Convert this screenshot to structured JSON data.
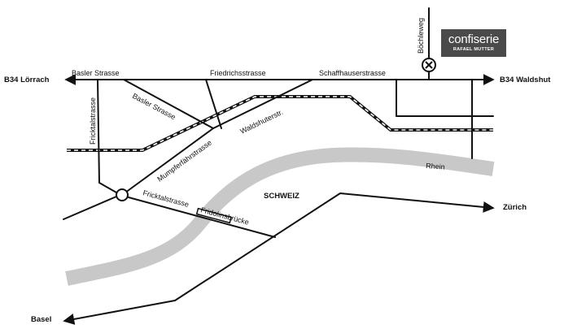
{
  "labels": {
    "b34_loerrach": "B34 Lörrach",
    "b34_waldshut": "B34 Waldshut",
    "basler_strasse_top": "Basler Strasse",
    "friedrichsstrasse": "Friedrichsstrasse",
    "schaffhauserstrasse": "Schaffhauserstrasse",
    "boecheleweg": "Böchleweg",
    "fricktalstrasse_vertical": "Fricktalstrasse",
    "basler_strasse_diag": "Basler Strasse",
    "waldshuterstr": "Waldshuterstr.",
    "mumpferfaehrstrasse": "Mumpferfährstrasse",
    "fricktalstrasse_lower": "Fricktalstrasse",
    "fridolinsbruecke": "Fridolinsbrücke",
    "schweiz": "SCHWEIZ",
    "rhein": "Rhein",
    "zuerich": "Zürich",
    "basel": "Basel"
  },
  "logo": {
    "brand": "confiserie",
    "sub": "RAFAEL MUTTER"
  },
  "colors": {
    "road": "#111111",
    "river": "#c8c8c8",
    "logo_bg": "#4a4a4a"
  },
  "icons": {
    "destination": "circled-x-icon",
    "roundabout": "circle-icon"
  }
}
